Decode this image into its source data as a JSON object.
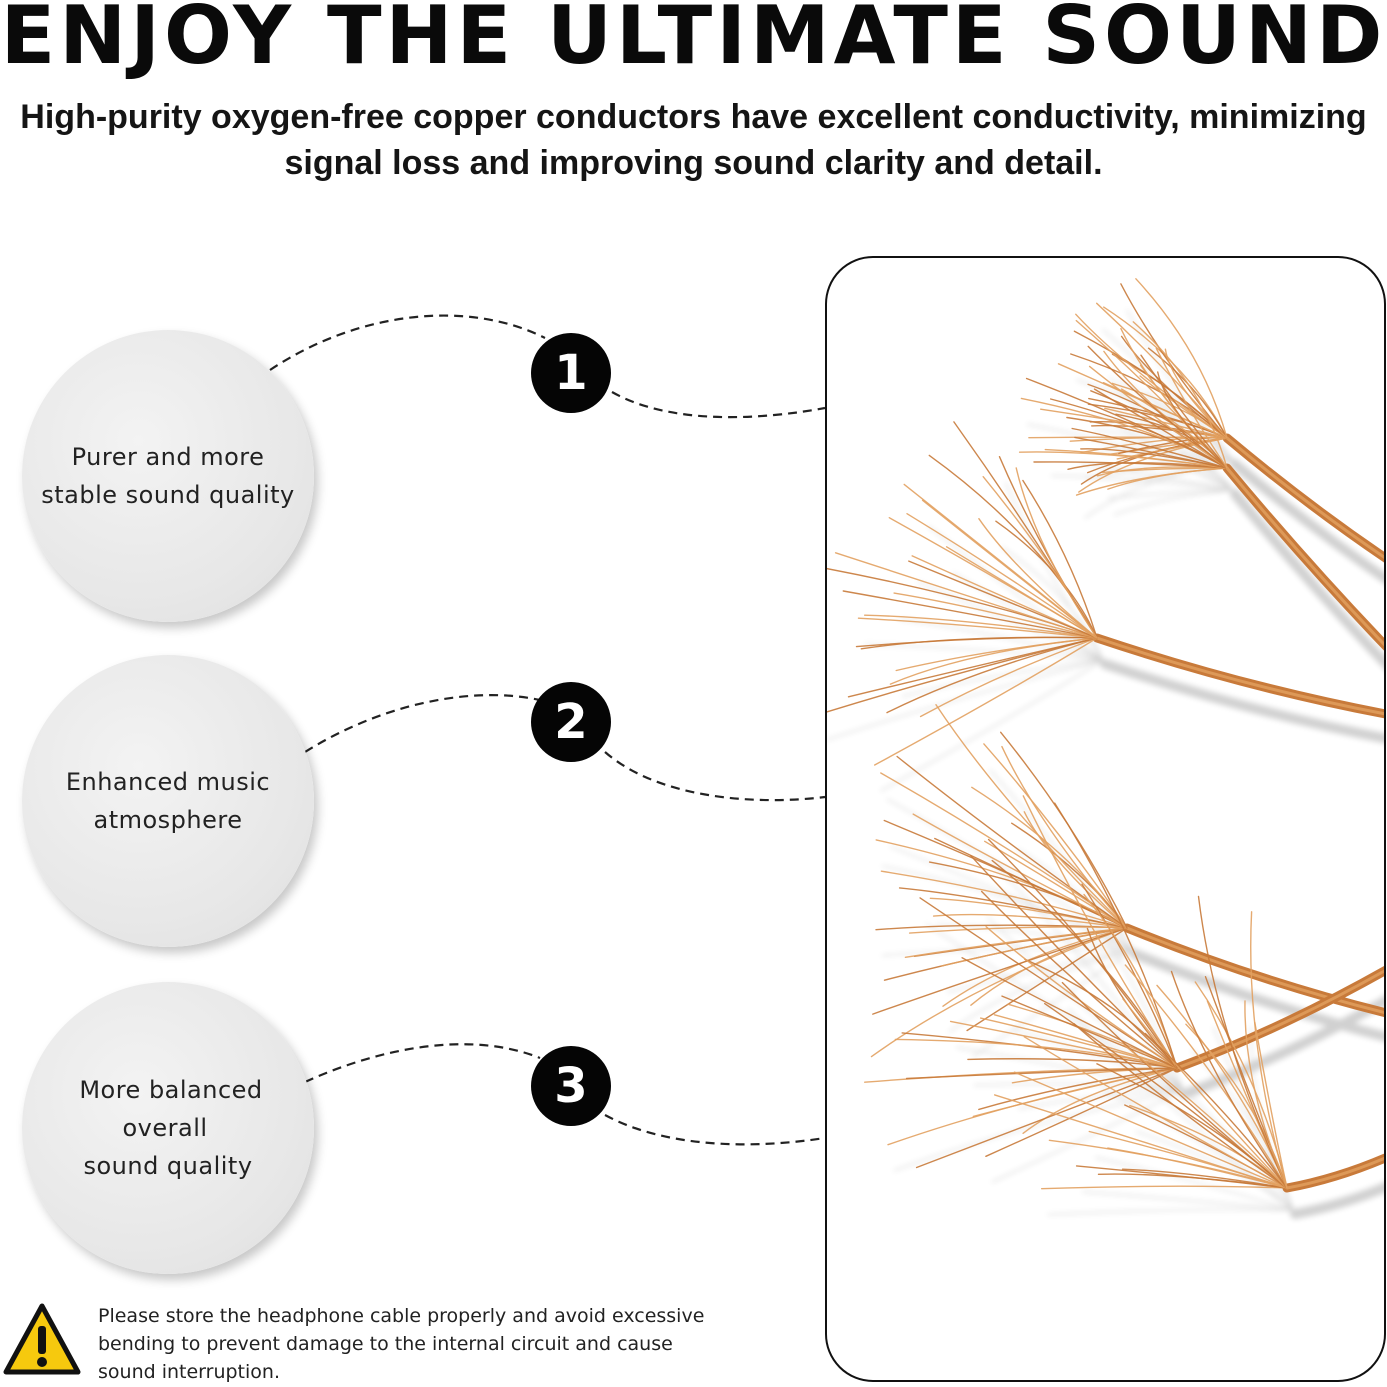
{
  "header": {
    "title": "ENJOY THE ULTIMATE SOUND",
    "subtitle_line1": "High-purity oxygen-free copper conductors have excellent conductivity, minimizing",
    "subtitle_line2": "signal loss and improving sound clarity and detail."
  },
  "features": [
    {
      "number": "1",
      "line1": "Purer and more",
      "line2": "stable sound quality"
    },
    {
      "number": "2",
      "line1": "Enhanced music",
      "line2": "atmosphere"
    },
    {
      "number": "3",
      "line1": "More balanced overall",
      "line2": "sound quality"
    }
  ],
  "notice": {
    "icon": "warning-triangle-icon",
    "line1": "Please store the headphone cable properly and avoid excessive",
    "line2": "bending to prevent damage to the internal circuit and cause",
    "line3": "sound interruption."
  },
  "colors": {
    "copper": "#c87a3a",
    "copper_light": "#e2a160",
    "badge": "#050505",
    "circle": "#e8e8e8",
    "warning_yellow": "#f6c90e"
  }
}
